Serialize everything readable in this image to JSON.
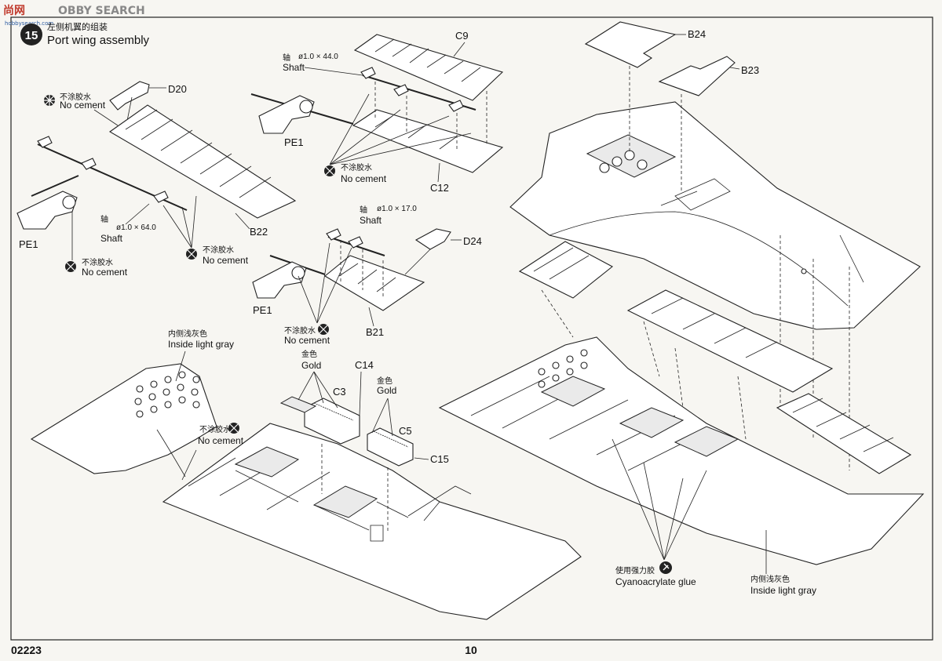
{
  "watermark": {
    "text_cn": "尚网",
    "text_en": "OBBY SEARCH",
    "site": "hobbysearch.com",
    "color_red": "#c0392b",
    "color_blue": "#2a5aa0",
    "color_gray": "#888888"
  },
  "step": {
    "number": "15",
    "title_cn": "左侧机翼的组装",
    "title_en": "Port wing assembly"
  },
  "labels": {
    "no_cement_cn": "不涂胶水",
    "no_cement_en": "No cement",
    "shaft_cn": "轴",
    "shaft_en": "Shaft",
    "shaft_44": "ø1.0 × 44.0",
    "shaft_64": "ø1.0 × 64.0",
    "shaft_17": "ø1.0 × 17.0",
    "gold_cn": "金色",
    "gold_en": "Gold",
    "inside_gray_cn": "内侧浅灰色",
    "inside_gray_en": "Inside light gray",
    "glue_cn": "使用强力胶",
    "glue_en": "Cyanoacrylate glue"
  },
  "parts": {
    "d20": "D20",
    "c9": "C9",
    "pe1": "PE1",
    "b22": "B22",
    "c12": "C12",
    "b24": "B24",
    "b23": "B23",
    "d24": "D24",
    "b21": "B21",
    "c14": "C14",
    "c3": "C3",
    "c5": "C5",
    "c15": "C15"
  },
  "footer": {
    "code": "02223",
    "page": "10"
  }
}
